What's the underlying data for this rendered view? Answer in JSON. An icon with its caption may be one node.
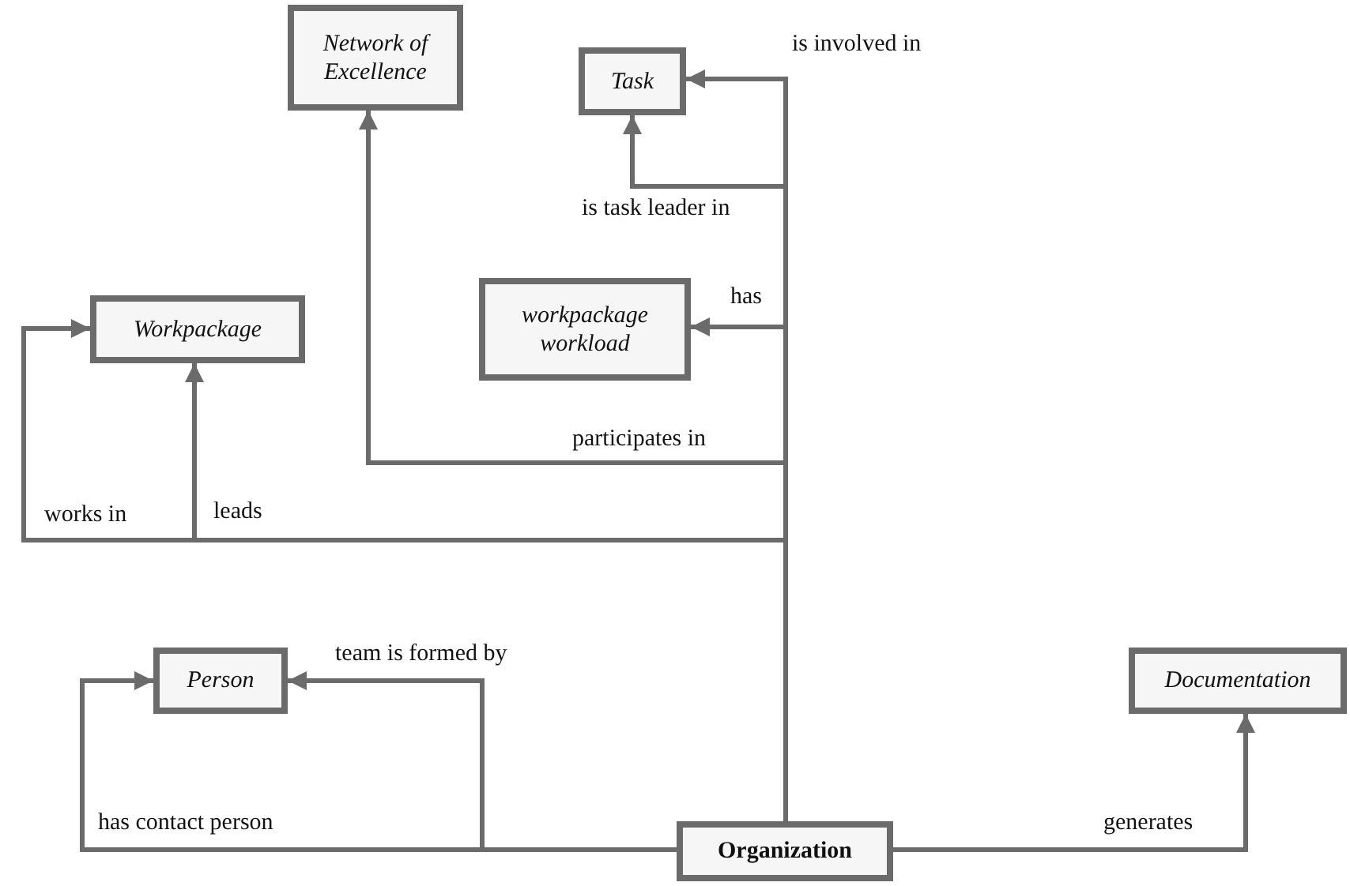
{
  "diagram": {
    "nodes": [
      {
        "text": [
          "Network of Excellence"
        ]
      },
      {
        "text": [
          "Task"
        ]
      },
      {
        "text": [
          "workpackage workload"
        ]
      },
      {
        "text": [
          "Workpackage"
        ]
      },
      {
        "text": [
          "Person"
        ]
      },
      {
        "text": [
          "Documentation"
        ]
      },
      {
        "text": [
          "Organization"
        ]
      }
    ],
    "edges": [
      {
        "from": 6,
        "to": 1,
        "arrow": "to",
        "label": "is involved in"
      },
      {
        "from": 6,
        "to": 1,
        "arrow": "to",
        "label": "is task leader in"
      },
      {
        "from": 6,
        "to": 2,
        "arrow": "to",
        "label": "has"
      },
      {
        "from": 6,
        "to": 0,
        "arrow": "to",
        "label": "participates in"
      },
      {
        "from": 6,
        "to": 3,
        "arrow": "to",
        "label": "leads"
      },
      {
        "from": 6,
        "to": 3,
        "arrow": "to",
        "label": "works in"
      },
      {
        "from": 6,
        "to": 4,
        "arrow": "to",
        "label": "team is formed by"
      },
      {
        "from": 6,
        "to": 4,
        "arrow": "to",
        "label": "has contact person"
      },
      {
        "from": 6,
        "to": 5,
        "arrow": "to",
        "label": "generates"
      }
    ]
  }
}
